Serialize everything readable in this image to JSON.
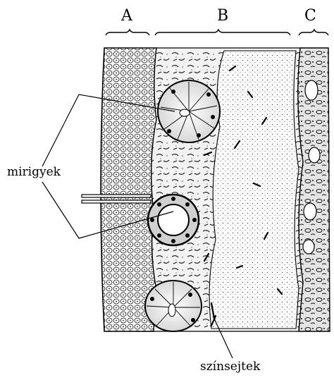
{
  "labels": {
    "region_a": "A",
    "region_b": "B",
    "region_c": "C",
    "glands": "mirigyek",
    "pigment_cells": "színsejtek"
  },
  "colors": {
    "ink": "#000000",
    "background": "#ffffff",
    "tissue_fill": "#f4f4f4"
  }
}
